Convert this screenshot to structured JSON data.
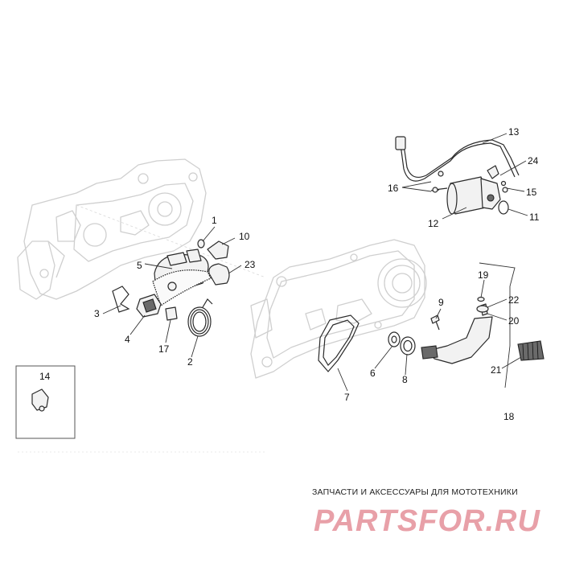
{
  "callouts": {
    "c1": "1",
    "c2": "2",
    "c3": "3",
    "c4": "4",
    "c5": "5",
    "c6": "6",
    "c7": "7",
    "c8": "8",
    "c9": "9",
    "c10": "10",
    "c11": "11",
    "c12": "12",
    "c13": "13",
    "c14": "14",
    "c15": "15",
    "c16": "16",
    "c17": "17",
    "c18": "18",
    "c19": "19",
    "c20": "20",
    "c21": "21",
    "c22": "22",
    "c23": "23",
    "c24": "24"
  },
  "footer": {
    "tagline": "ЗАПЧАСТИ И АКСЕССУАРЫ ДЛЯ МОТОТЕХНИКИ",
    "logo_text": "PARTSFOR.RU",
    "logo_color": "#e8a0a8"
  },
  "colors": {
    "ghost_outline": "#cfcfcf",
    "ink": "#2a2a2a"
  }
}
